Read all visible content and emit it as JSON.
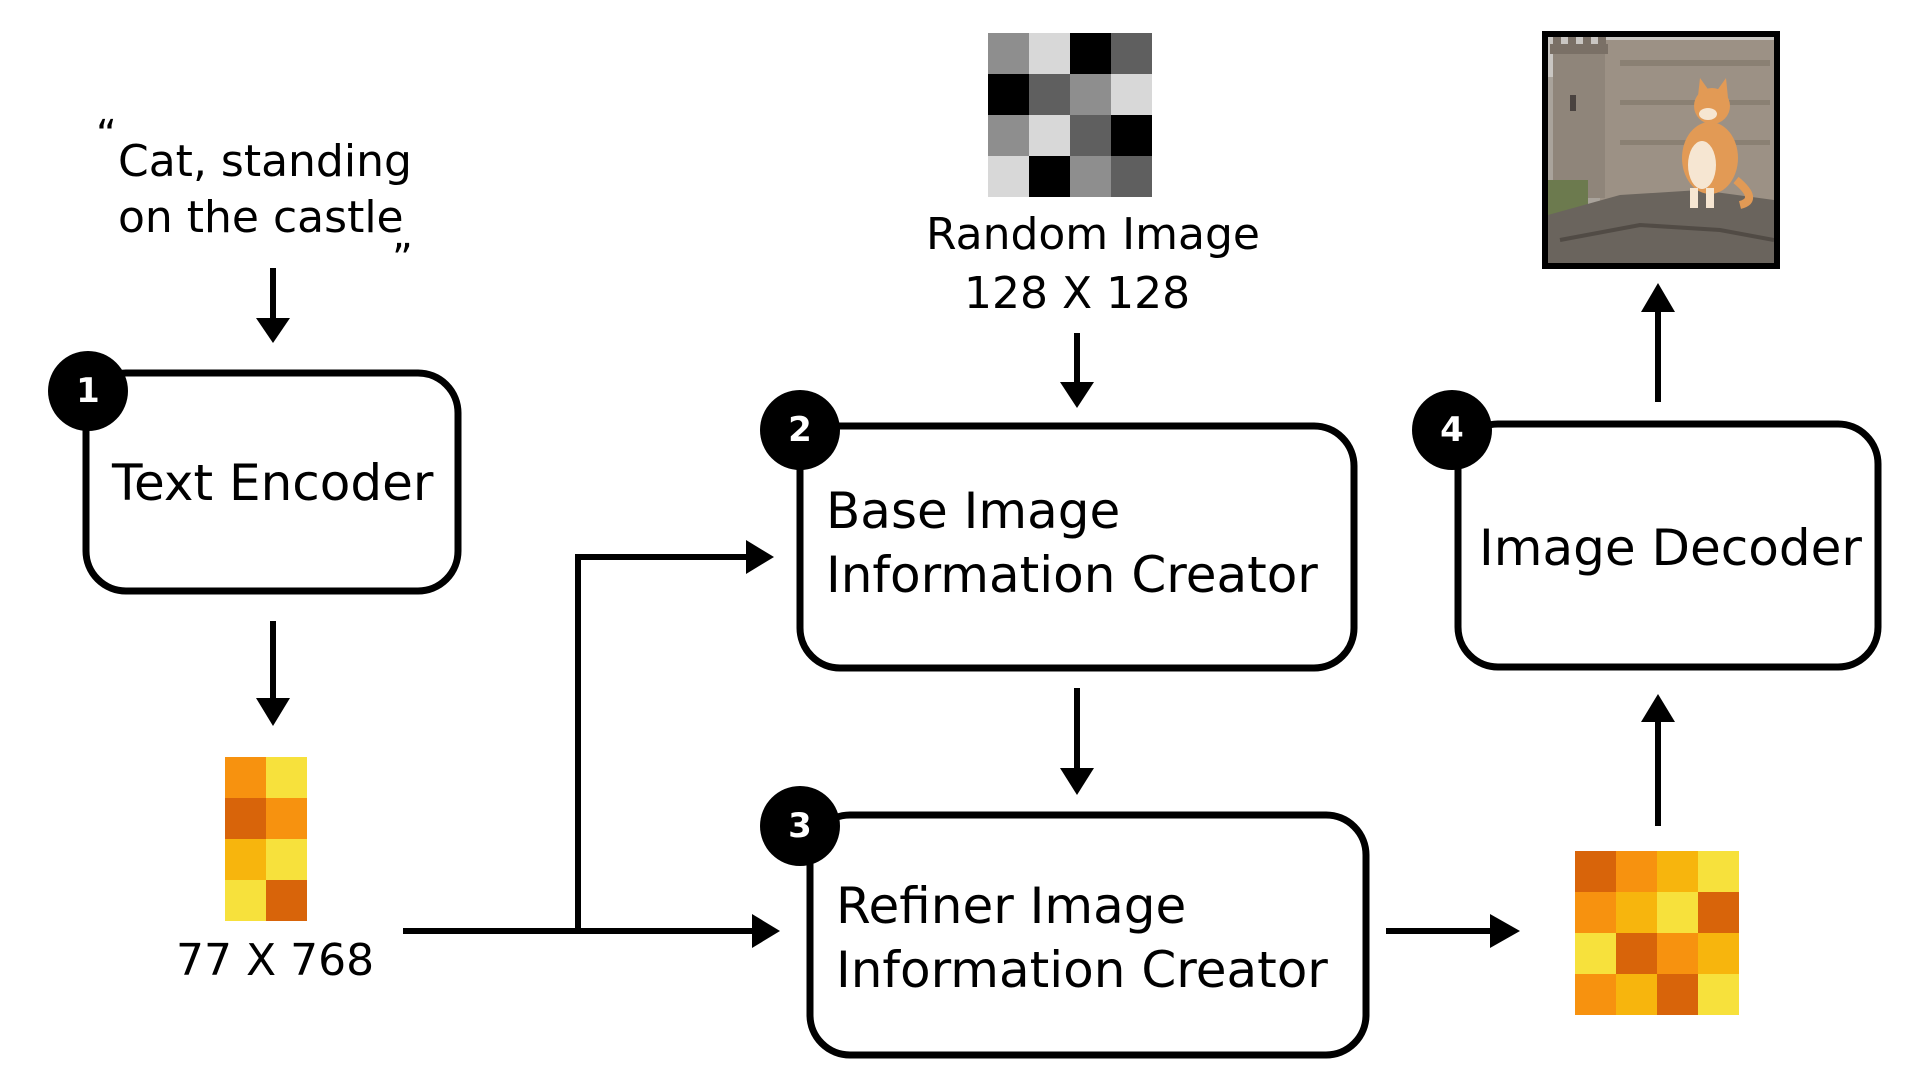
{
  "prompt": {
    "open_quote": "“",
    "line1": "Cat, standing",
    "line2": "on the castle",
    "close_quote": "„"
  },
  "steps": [
    {
      "number": "1",
      "line1": "Text Encoder",
      "line2": ""
    },
    {
      "number": "2",
      "line1": "Base Image",
      "line2": "Information Creator"
    },
    {
      "number": "3",
      "line1": "Refiner Image",
      "line2": "Information Creator"
    },
    {
      "number": "4",
      "line1": "Image Decoder",
      "line2": ""
    }
  ],
  "random_image": {
    "line1": "Random Image",
    "line2": "128 X 128",
    "grid_shades": [
      [
        "#8e8e8e",
        "#d8d8d8",
        "#000000",
        "#5f5f5f"
      ],
      [
        "#000000",
        "#5f5f5f",
        "#8e8e8e",
        "#d8d8d8"
      ],
      [
        "#8e8e8e",
        "#d8d8d8",
        "#5f5f5f",
        "#000000"
      ],
      [
        "#d8d8d8",
        "#000000",
        "#8e8e8e",
        "#5f5f5f"
      ]
    ]
  },
  "text_embedding": {
    "label": "77 X 768",
    "grid_colors": [
      [
        "#f7920f",
        "#f7e13c"
      ],
      [
        "#d8640a",
        "#f7920f"
      ],
      [
        "#f7b50d",
        "#f7e13c"
      ],
      [
        "#f7e13c",
        "#d8640a"
      ]
    ]
  },
  "latent_output": {
    "grid_colors": [
      [
        "#d8640a",
        "#f7920f",
        "#f7b50d",
        "#f7e13c"
      ],
      [
        "#f7920f",
        "#f7b50d",
        "#f7e13c",
        "#d8640a"
      ],
      [
        "#f7e13c",
        "#d8640a",
        "#f7920f",
        "#f7b50d"
      ],
      [
        "#f7920f",
        "#f7b50d",
        "#d8640a",
        "#f7e13c"
      ]
    ]
  },
  "output_image": {
    "description_icon": "cat-on-castle-image"
  }
}
